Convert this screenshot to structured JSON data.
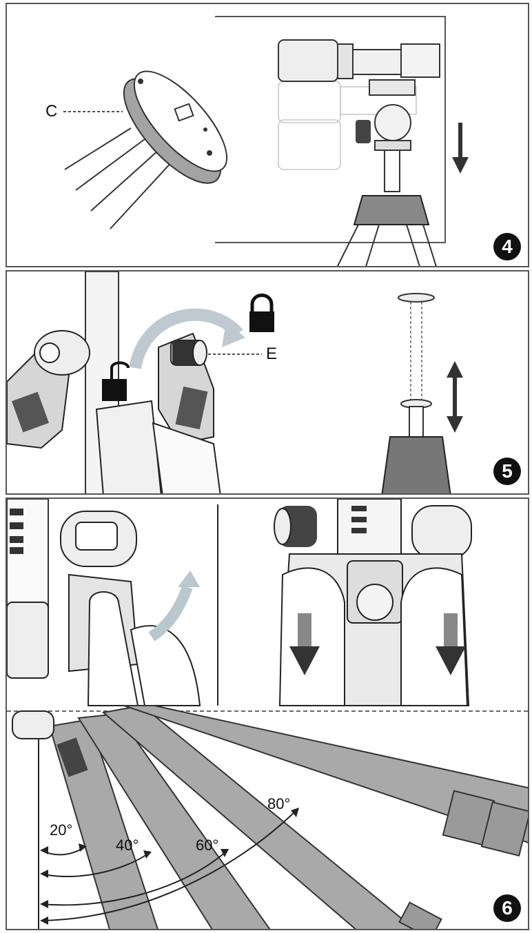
{
  "steps": {
    "step4": {
      "number": "4",
      "callout_c": "C"
    },
    "step5": {
      "number": "5",
      "callout_e": "E"
    },
    "step6": {
      "number": "6",
      "angles": [
        "20°",
        "40°",
        "60°",
        "80°"
      ]
    }
  },
  "colors": {
    "ink": "#111111",
    "leg": "#a9a9a9",
    "line": "#555555",
    "arrow_light": "#b9c7cf"
  }
}
